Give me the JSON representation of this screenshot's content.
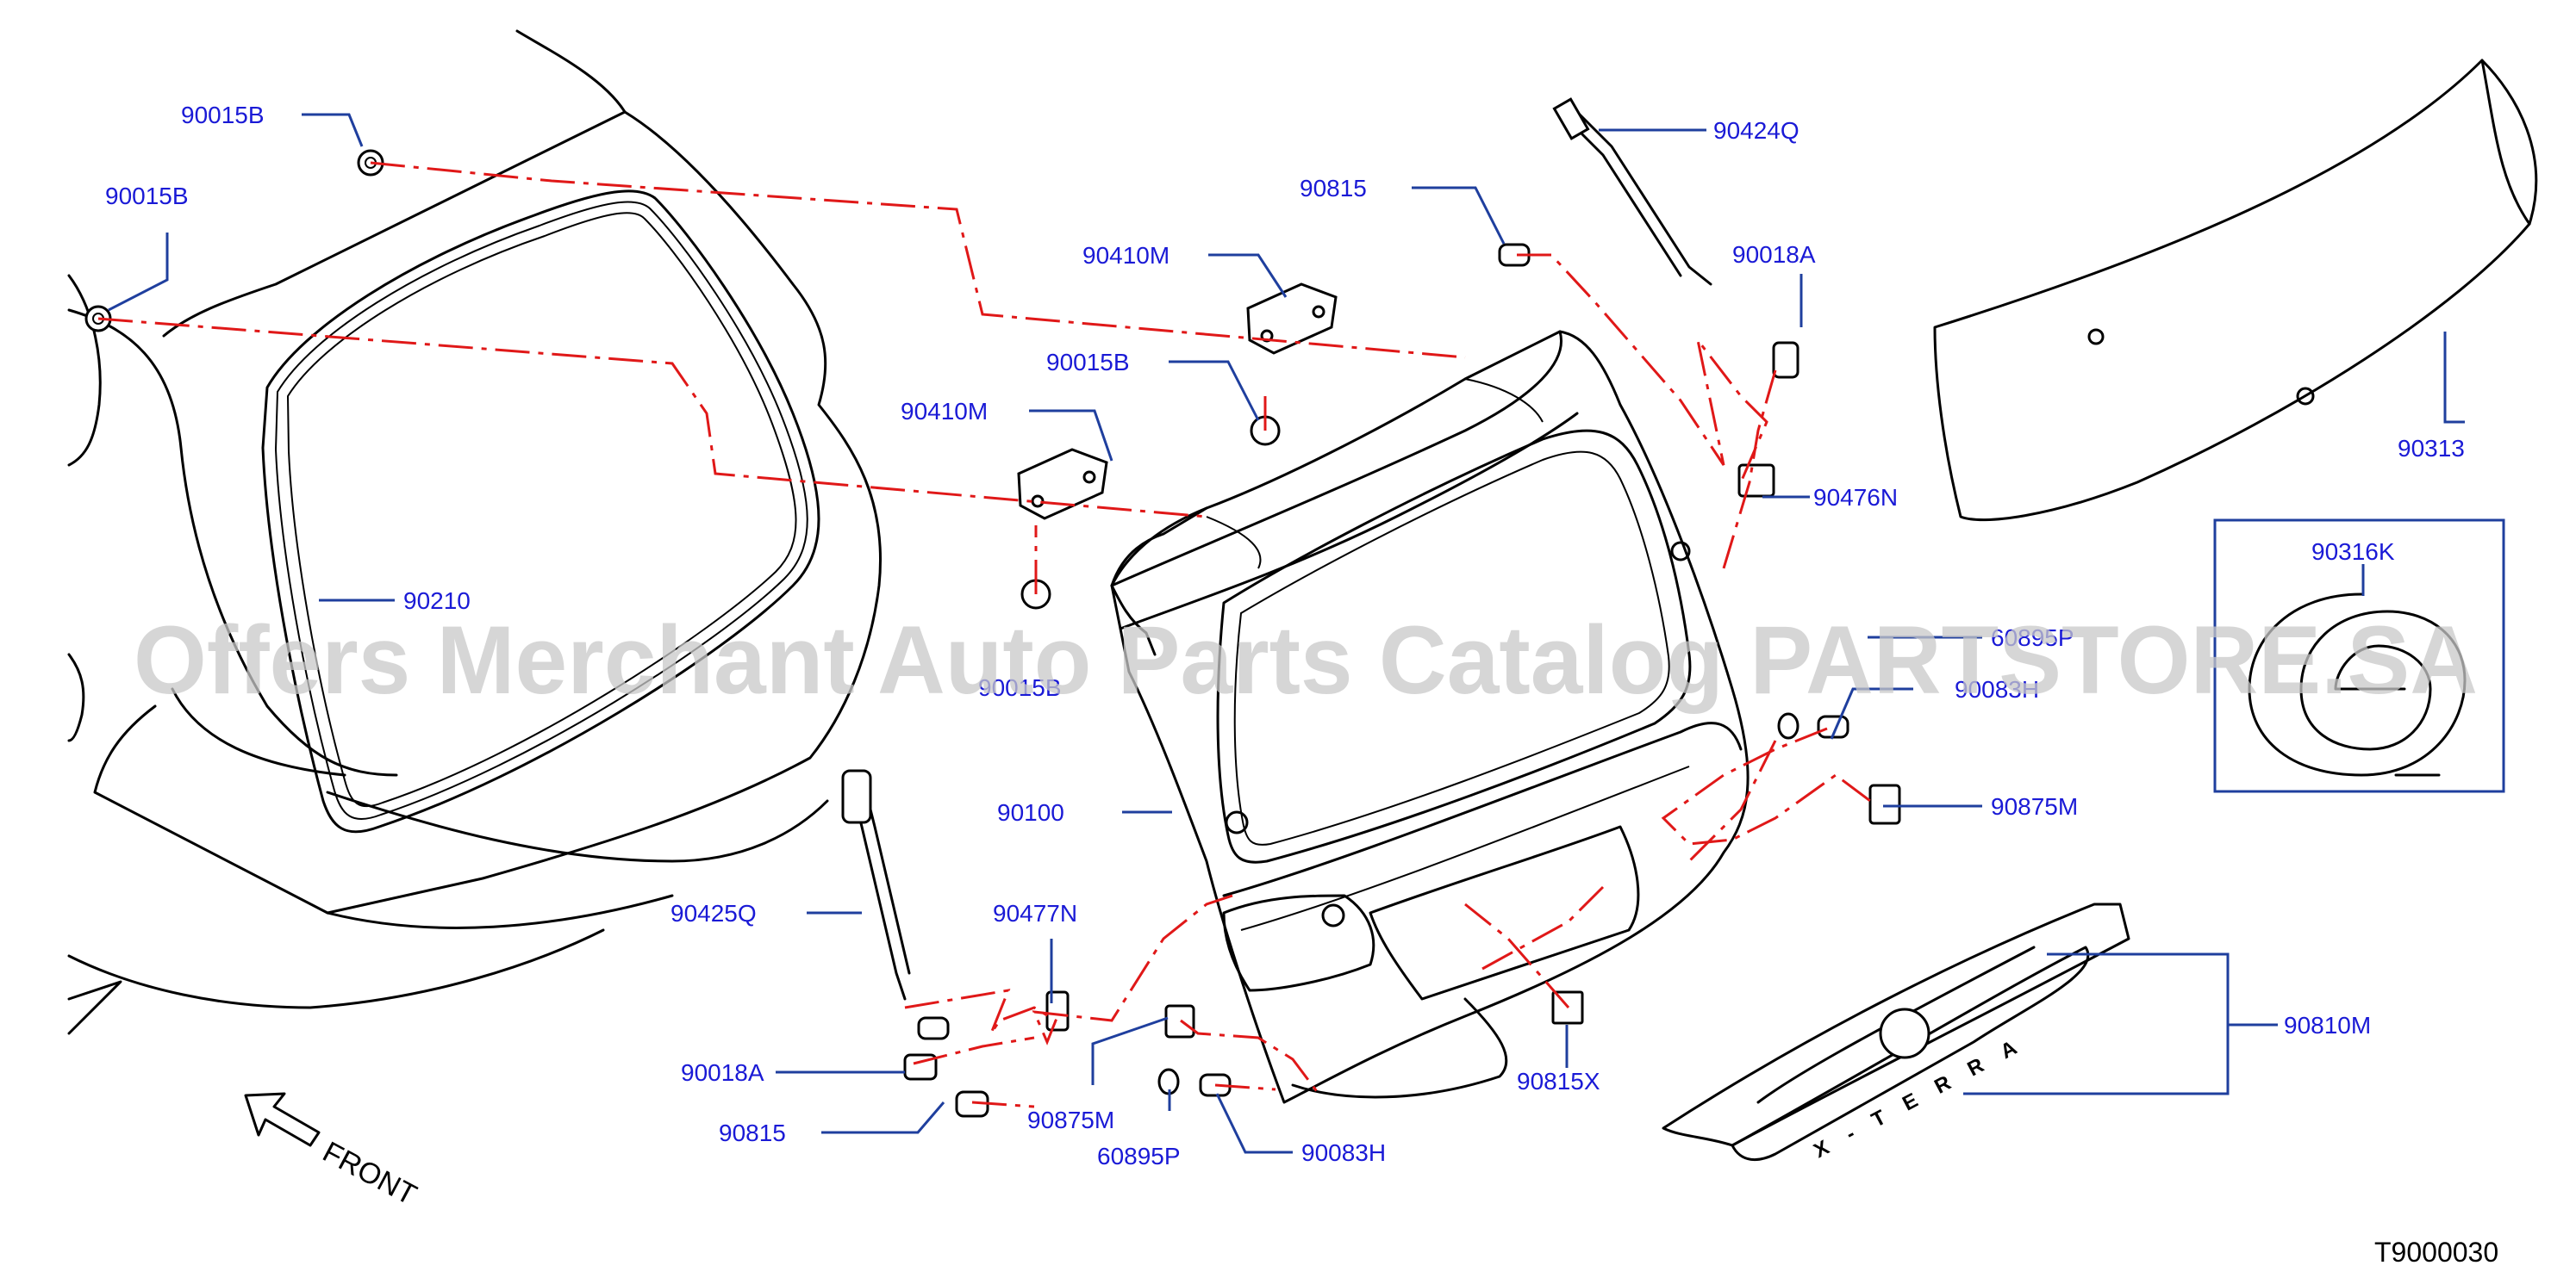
{
  "labels": {
    "p90015B_a": "90015B",
    "p90015B_b": "90015B",
    "p90015B_c": "90015B",
    "p90015B_d": "90015B",
    "p90210": "90210",
    "p90410M_a": "90410M",
    "p90410M_b": "90410M",
    "p90815_a": "90815",
    "p90815_b": "90815",
    "p90424Q": "90424Q",
    "p90018A_a": "90018A",
    "p90018A_b": "90018A",
    "p90476N": "90476N",
    "p90313": "90313",
    "p90316K": "90316K",
    "p60895P_a": "60895P",
    "p60895P_b": "60895P",
    "p90083H_a": "90083H",
    "p90083H_b": "90083H",
    "p90875M_a": "90875M",
    "p90875M_b": "90875M",
    "p90100": "90100",
    "p90425Q": "90425Q",
    "p90477N": "90477N",
    "p90815X": "90815X",
    "p90810M": "90810M"
  },
  "front": "FRONT",
  "drawing_id": "T9000030",
  "watermark": "Offers Merchant Auto Parts Catalog PARTSTORE.SA",
  "emblem_text": "X-TERRA",
  "colors": {
    "label": "#1a1ad6",
    "leader": "#1f3f9e",
    "dash": "#e01818",
    "outline": "#000000",
    "watermark": "#c8c8c8"
  }
}
